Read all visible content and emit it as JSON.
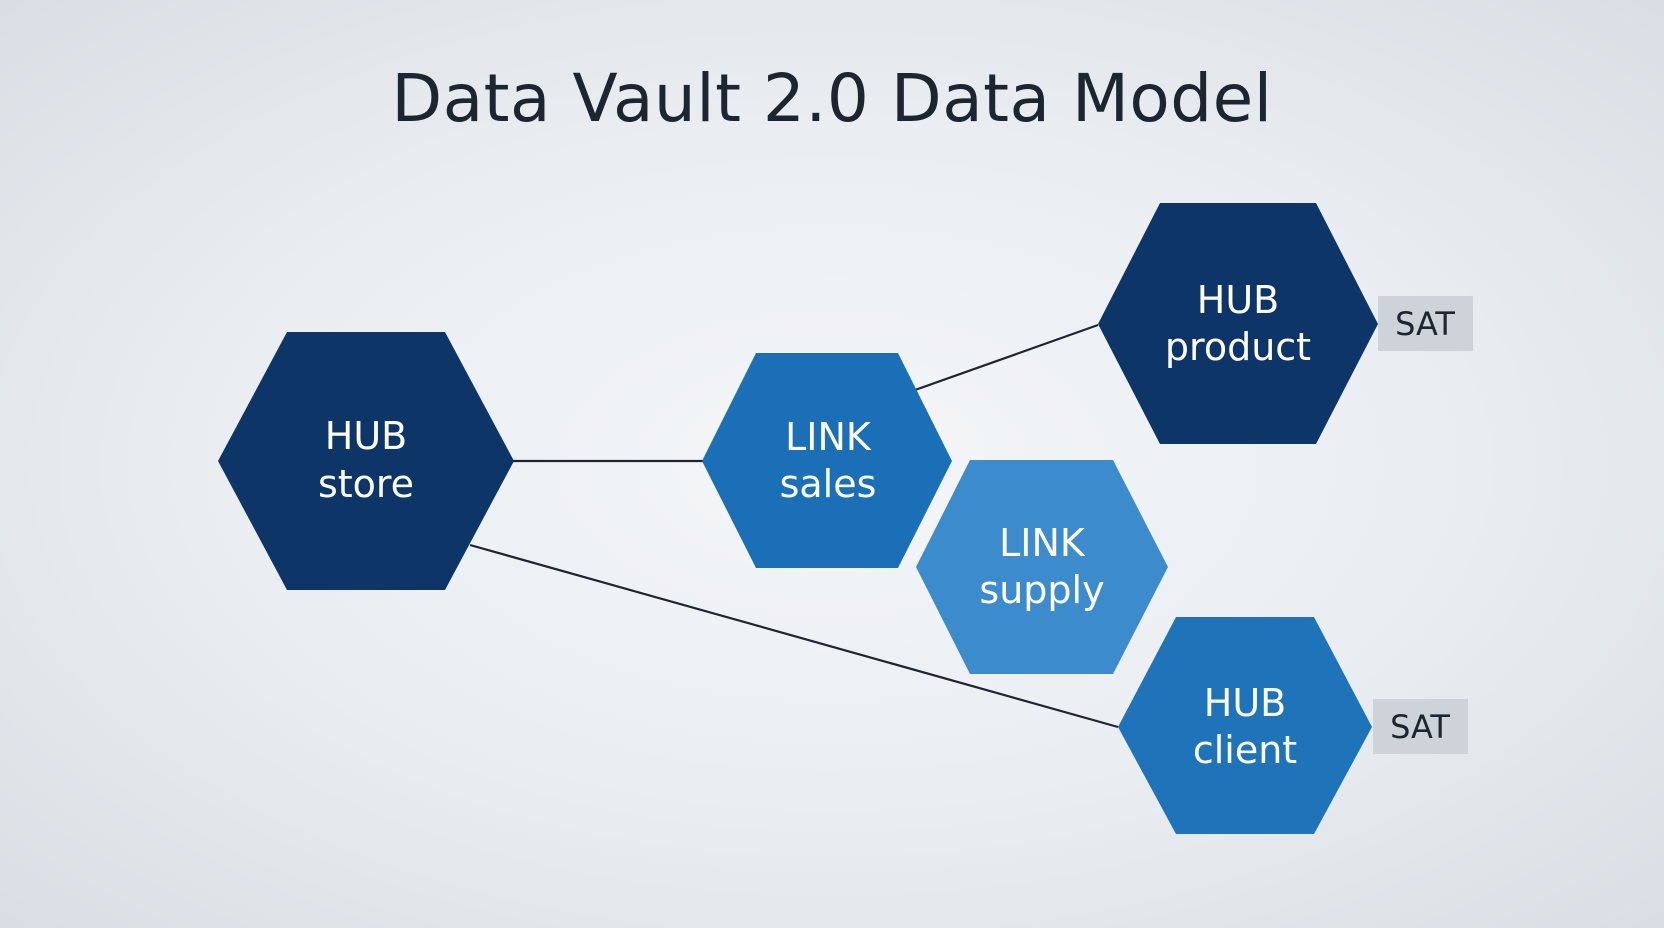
{
  "title": "Data Vault 2.0 Data Model",
  "colors": {
    "hub": "#0e3567",
    "link_sales": "#1a6fb6",
    "link_supply": "#3c8ccd",
    "hub_client": "#1e73b9",
    "sat_box": "#cdd3d9",
    "connector": "#1c2530"
  },
  "nodes": {
    "hub_store": {
      "line1": "HUB",
      "line2": "store"
    },
    "link_sales": {
      "line1": "LINK",
      "line2": "sales"
    },
    "hub_product": {
      "line1": "HUB",
      "line2": "product"
    },
    "link_supply": {
      "line1": "LINK",
      "line2": "supply"
    },
    "hub_client": {
      "line1": "HUB",
      "line2": "client"
    }
  },
  "satellites": {
    "product_sat": "SAT",
    "client_sat": "SAT"
  }
}
